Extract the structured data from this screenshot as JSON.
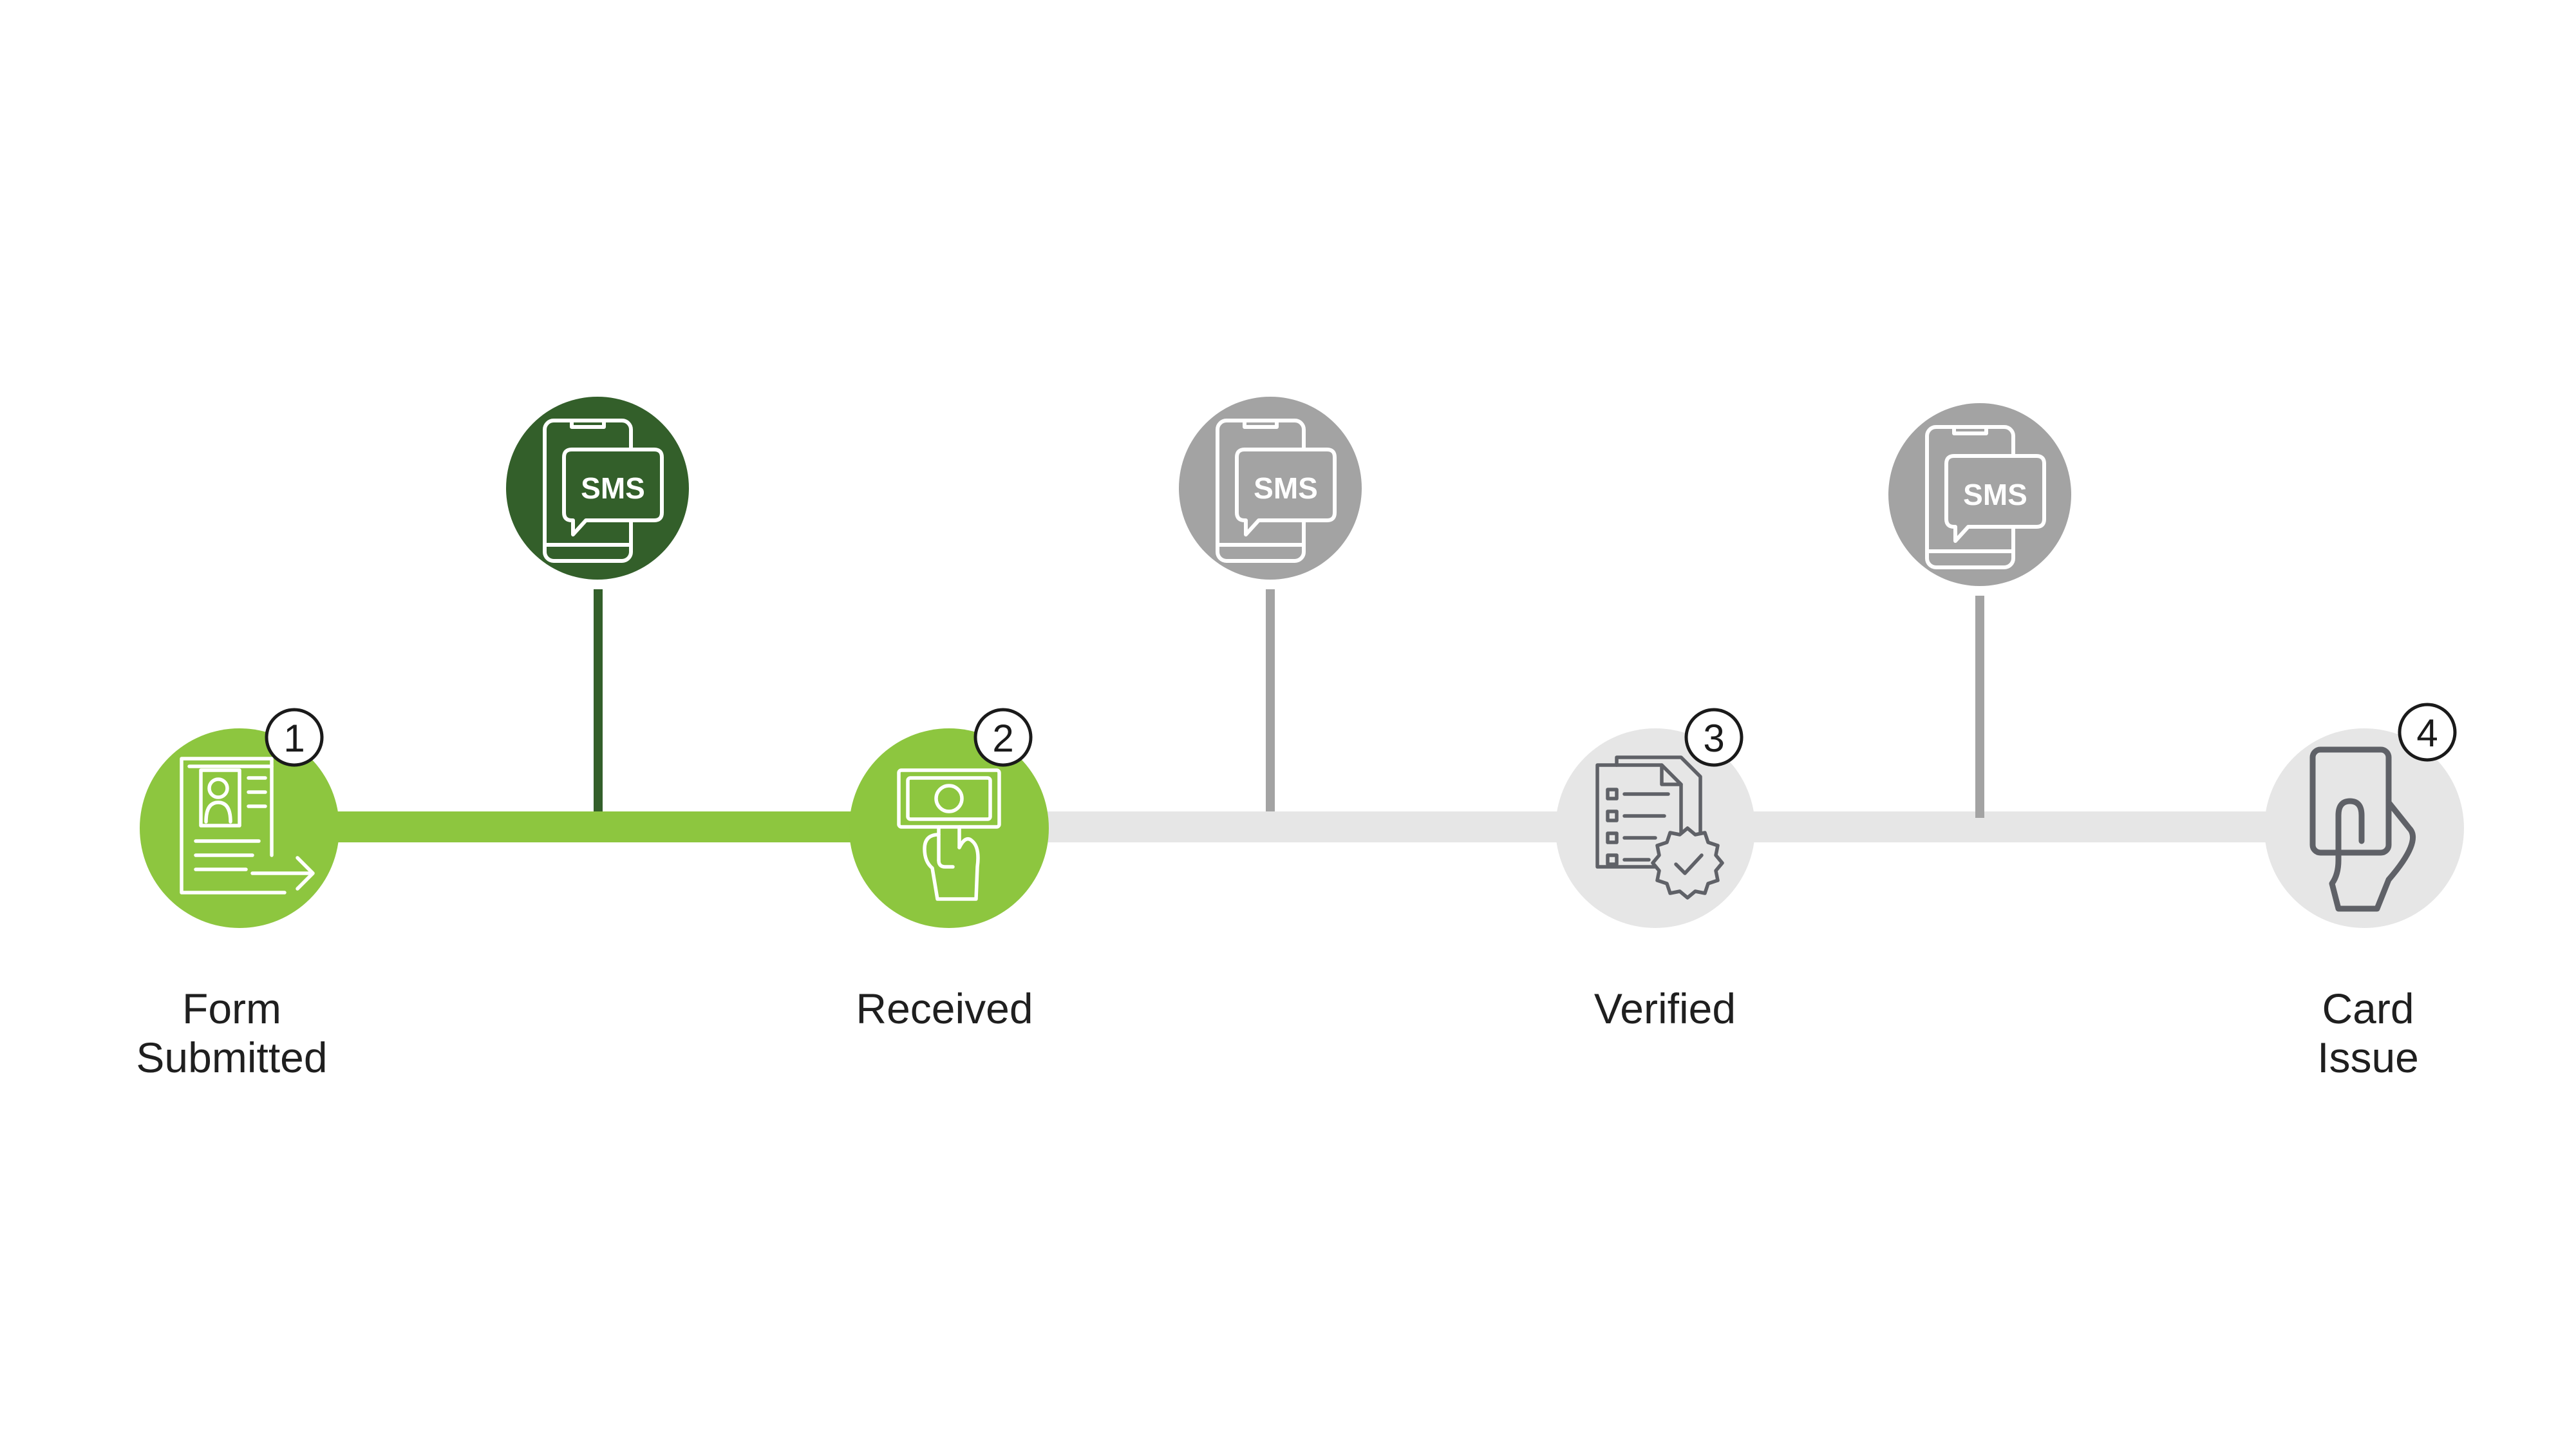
{
  "colors": {
    "done": "#8dc63f",
    "done_dark": "#335f2a",
    "pending": "#e6e6e6",
    "pending_dark": "#a3a3a3",
    "icon_on_pending": "#5f6167",
    "badge_stroke": "#1a1a1a"
  },
  "steps": [
    {
      "number": "1",
      "label": "Form\nSubmitted",
      "status": "done",
      "icon": "form-submit-icon"
    },
    {
      "number": "2",
      "label": "Received",
      "status": "done",
      "icon": "cash-hand-icon"
    },
    {
      "number": "3",
      "label": "Verified",
      "status": "pending",
      "icon": "verified-document-icon"
    },
    {
      "number": "4",
      "label": "Card\nIssue",
      "status": "pending",
      "icon": "hand-card-icon"
    }
  ],
  "notifications": [
    {
      "text": "SMS",
      "status": "done",
      "icon": "sms-phone-icon"
    },
    {
      "text": "SMS",
      "status": "pending",
      "icon": "sms-phone-icon"
    },
    {
      "text": "SMS",
      "status": "pending",
      "icon": "sms-phone-icon"
    }
  ]
}
